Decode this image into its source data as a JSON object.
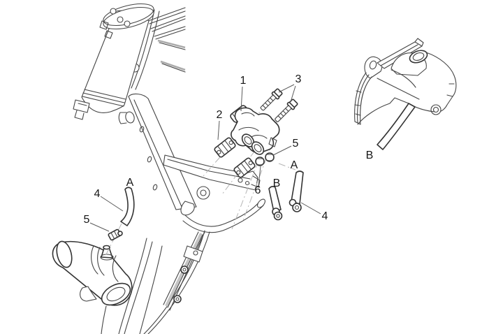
{
  "diagram": {
    "kind": "exploded-parts-diagram",
    "background": "#ffffff",
    "line_color": "#454545",
    "centerline_color": "#b5b5b5",
    "label_color": "#161616",
    "labels": [
      {
        "id": "callout-1",
        "text": "1"
      },
      {
        "id": "callout-3",
        "text": "3"
      },
      {
        "id": "callout-2",
        "text": "2"
      },
      {
        "id": "callout-5-center",
        "text": "5"
      },
      {
        "id": "zone-a-center",
        "text": "A"
      },
      {
        "id": "zone-b-center",
        "text": "B"
      },
      {
        "id": "callout-6",
        "text": "6"
      },
      {
        "id": "callout-4-center",
        "text": "4"
      },
      {
        "id": "zone-b-right",
        "text": "B"
      },
      {
        "id": "zone-a-left",
        "text": "A"
      },
      {
        "id": "callout-4-left",
        "text": "4"
      },
      {
        "id": "callout-5-left",
        "text": "5"
      }
    ]
  }
}
